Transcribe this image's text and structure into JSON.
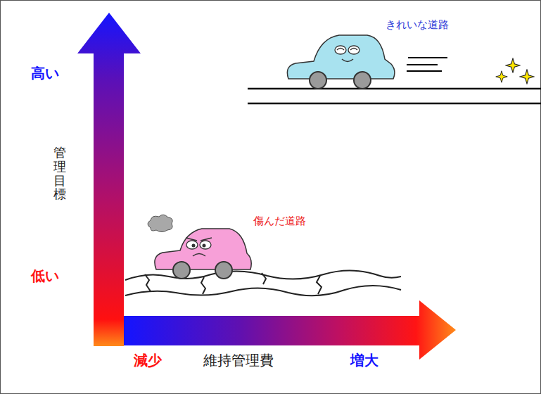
{
  "diagram": {
    "labels": [
      "高い",
      "管理目標",
      "低い",
      "減少",
      "維持管理費",
      "増大",
      "きれいな道路",
      "傷んだ道路"
    ]
  }
}
